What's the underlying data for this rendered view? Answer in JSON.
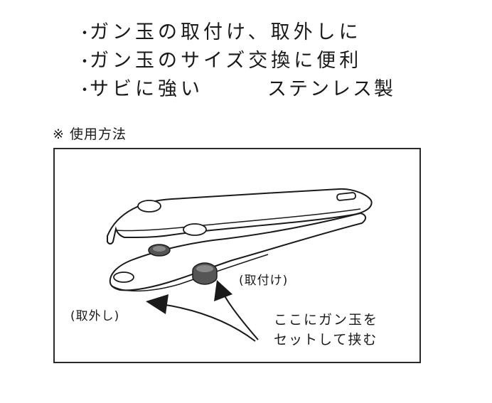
{
  "features": {
    "line1": "ガン玉の取付け、取外しに",
    "line2": "ガン玉のサイズ交換に便利",
    "line3_a": "サビに強い",
    "line3_b": "ステンレス製",
    "bullet": "・"
  },
  "usage": {
    "heading": "※ 使用方法",
    "label_attach": "(取付け)",
    "label_remove": "(取外し)",
    "instruction_line1": "ここにガン玉を",
    "instruction_line2": "セットして挟む"
  },
  "colors": {
    "ink": "#1a1a1a",
    "shot": "#555555",
    "background": "#ffffff"
  }
}
